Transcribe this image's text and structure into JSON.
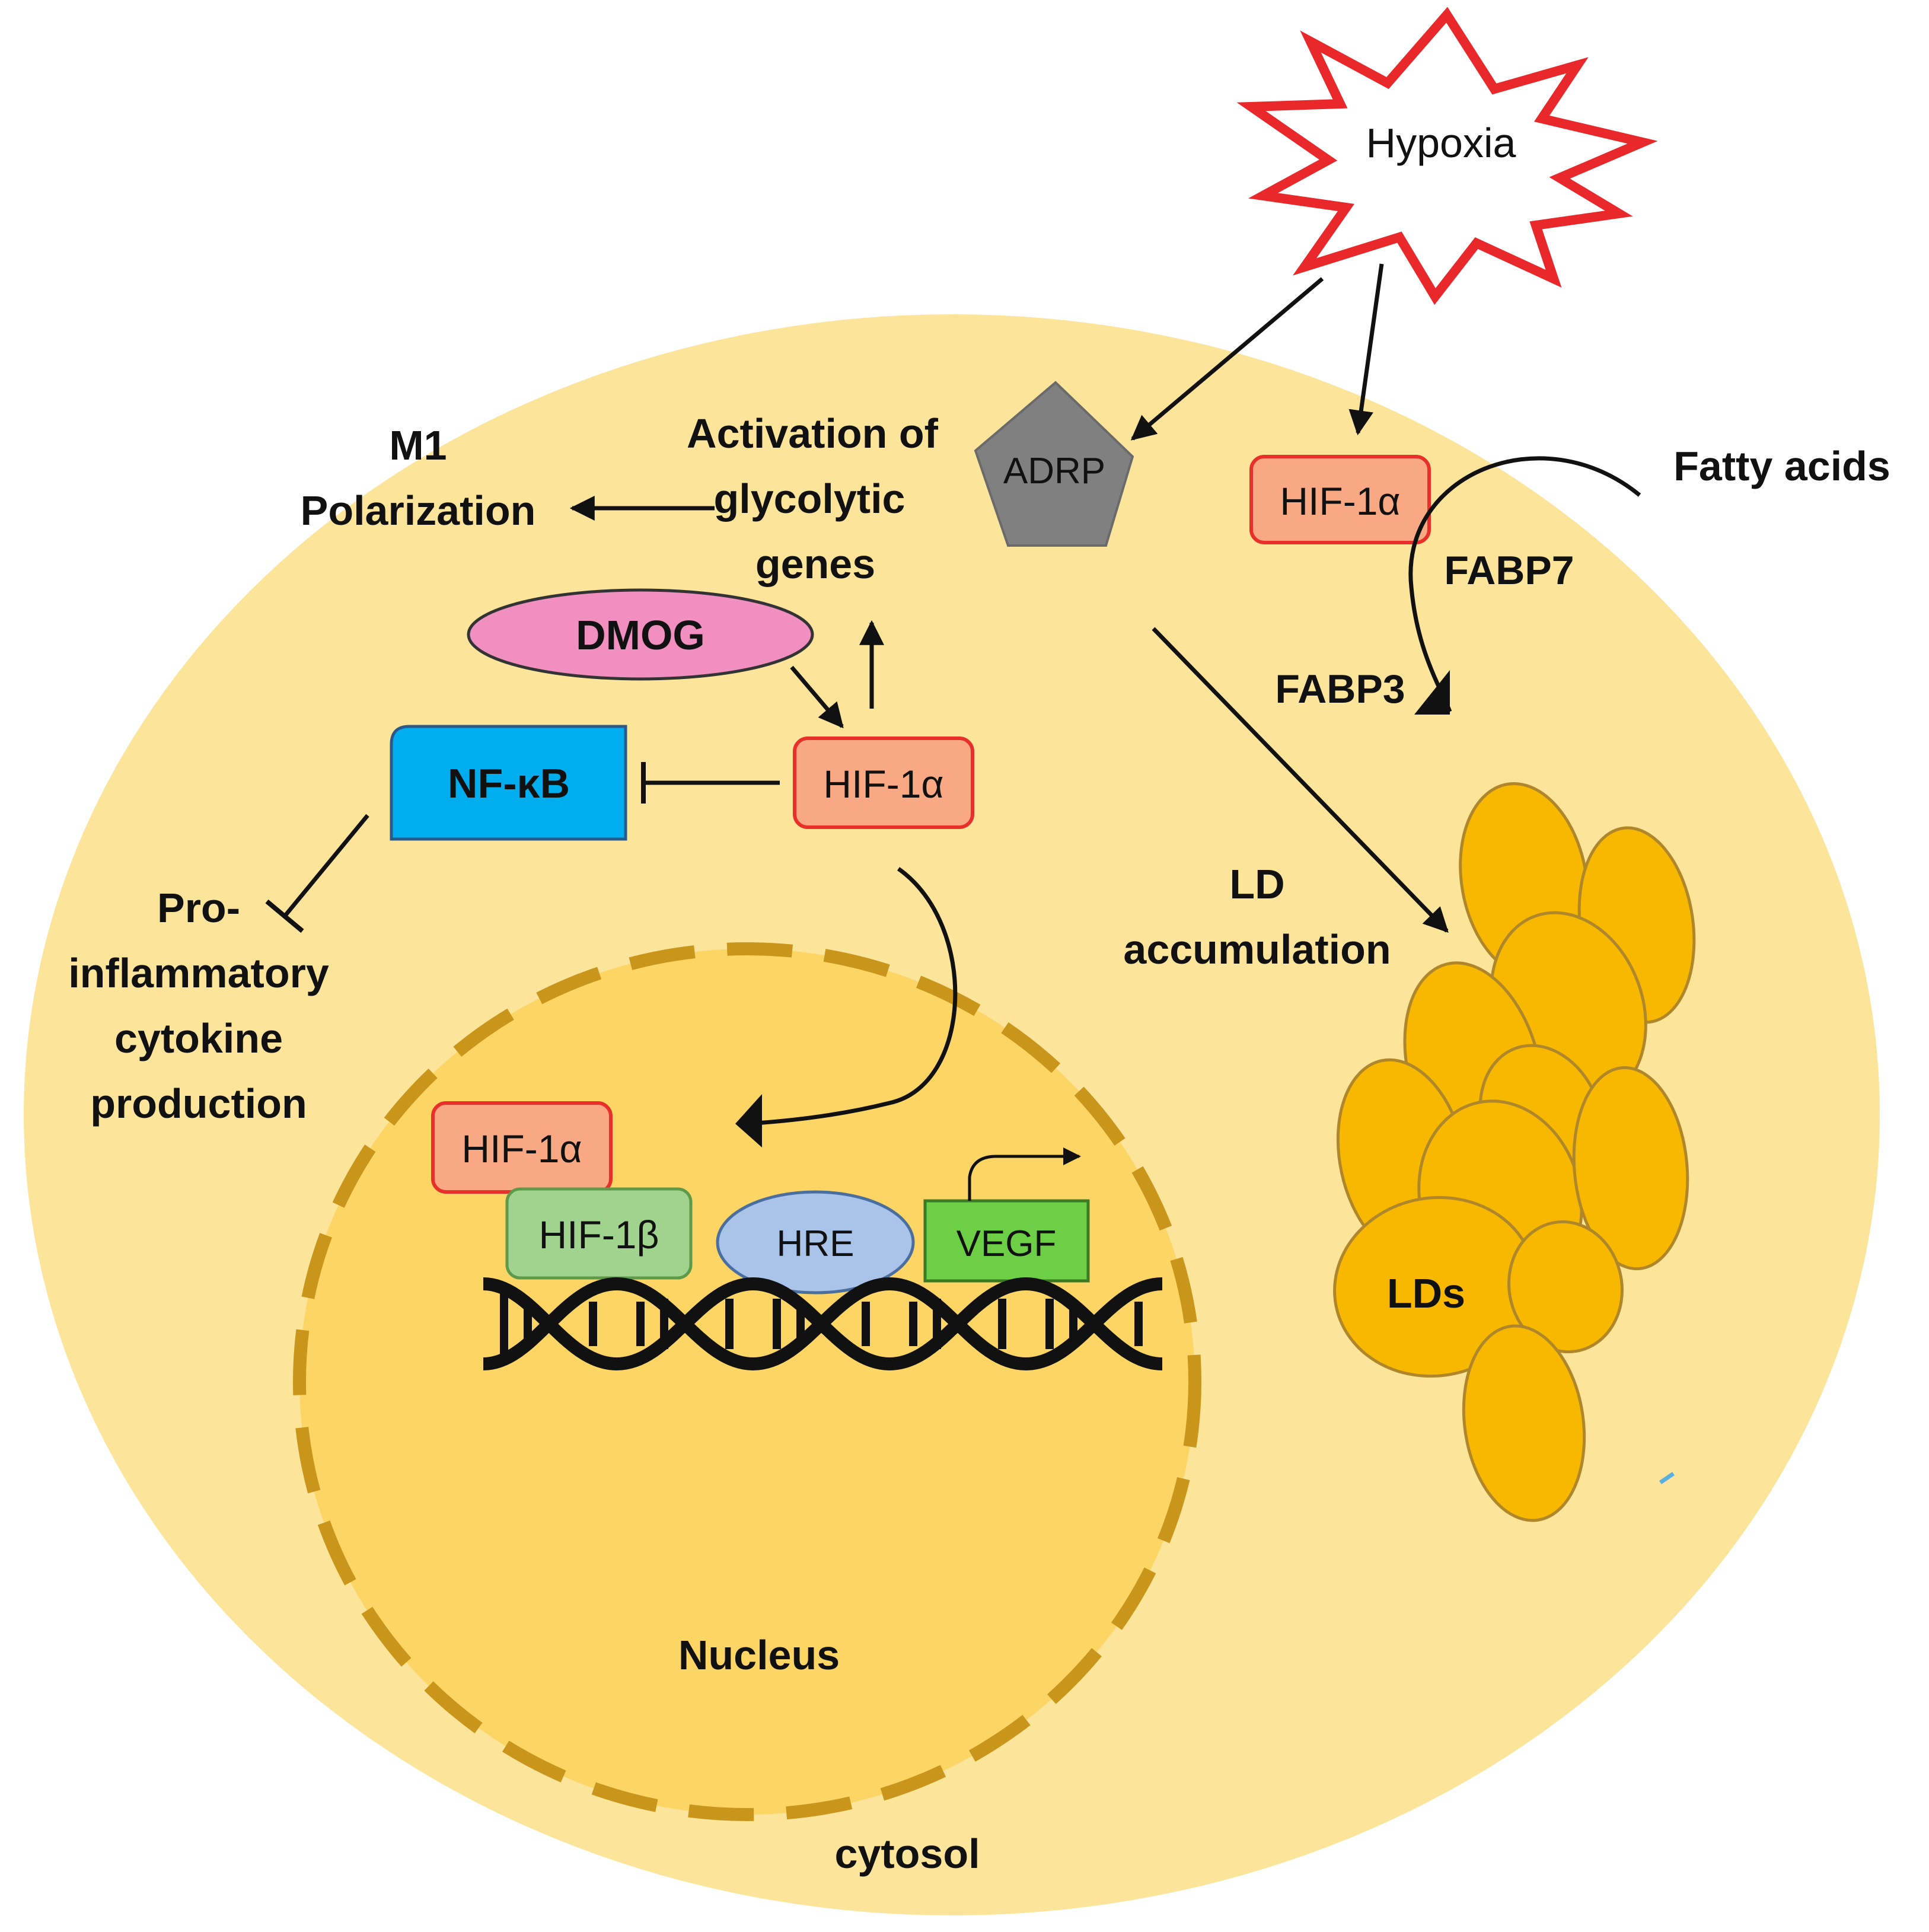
{
  "labels": {
    "hypoxia": "Hypoxia",
    "adrp": "ADRP",
    "hif1a_top": "HIF-1α",
    "fatty_acids": "Fatty acids",
    "fabp7": "FABP7",
    "fabp3": "FABP3",
    "m1_line1": "M1",
    "m1_line2": "Polarization",
    "act_line1": "Activation of",
    "act_line2": "glycolytic",
    "act_line3": "genes",
    "dmog": "DMOG",
    "nfkb": "NF-κB",
    "hif1a_mid": "HIF-1α",
    "pro_line1": "Pro-",
    "pro_line2": "inflammatory",
    "pro_line3": "cytokine",
    "pro_line4": "production",
    "ld_line1": "LD",
    "ld_line2": "accumulation",
    "lds": "LDs",
    "hif1a_nuc": "HIF-1α",
    "hif1b": "HIF-1β",
    "hre": "HRE",
    "vegf": "VEGF",
    "nucleus": "Nucleus",
    "cytosol": "cytosol"
  },
  "colors": {
    "cell": "#fde49b",
    "nucleus": "#fcd564",
    "nucleus_border": "#c9951a",
    "hif1a": "#f8a882",
    "hif1a_border": "#e8302a",
    "adrp": "#808080",
    "nfkb": "#00aeef",
    "dmog": "#f08fc0",
    "hif1b": "#9fd38e",
    "hre": "#a9c4e8",
    "vegf": "#6ccf45",
    "ld": "#f8b800",
    "ld_border": "#b0862a",
    "hypoxia_star": "#e8282a"
  }
}
